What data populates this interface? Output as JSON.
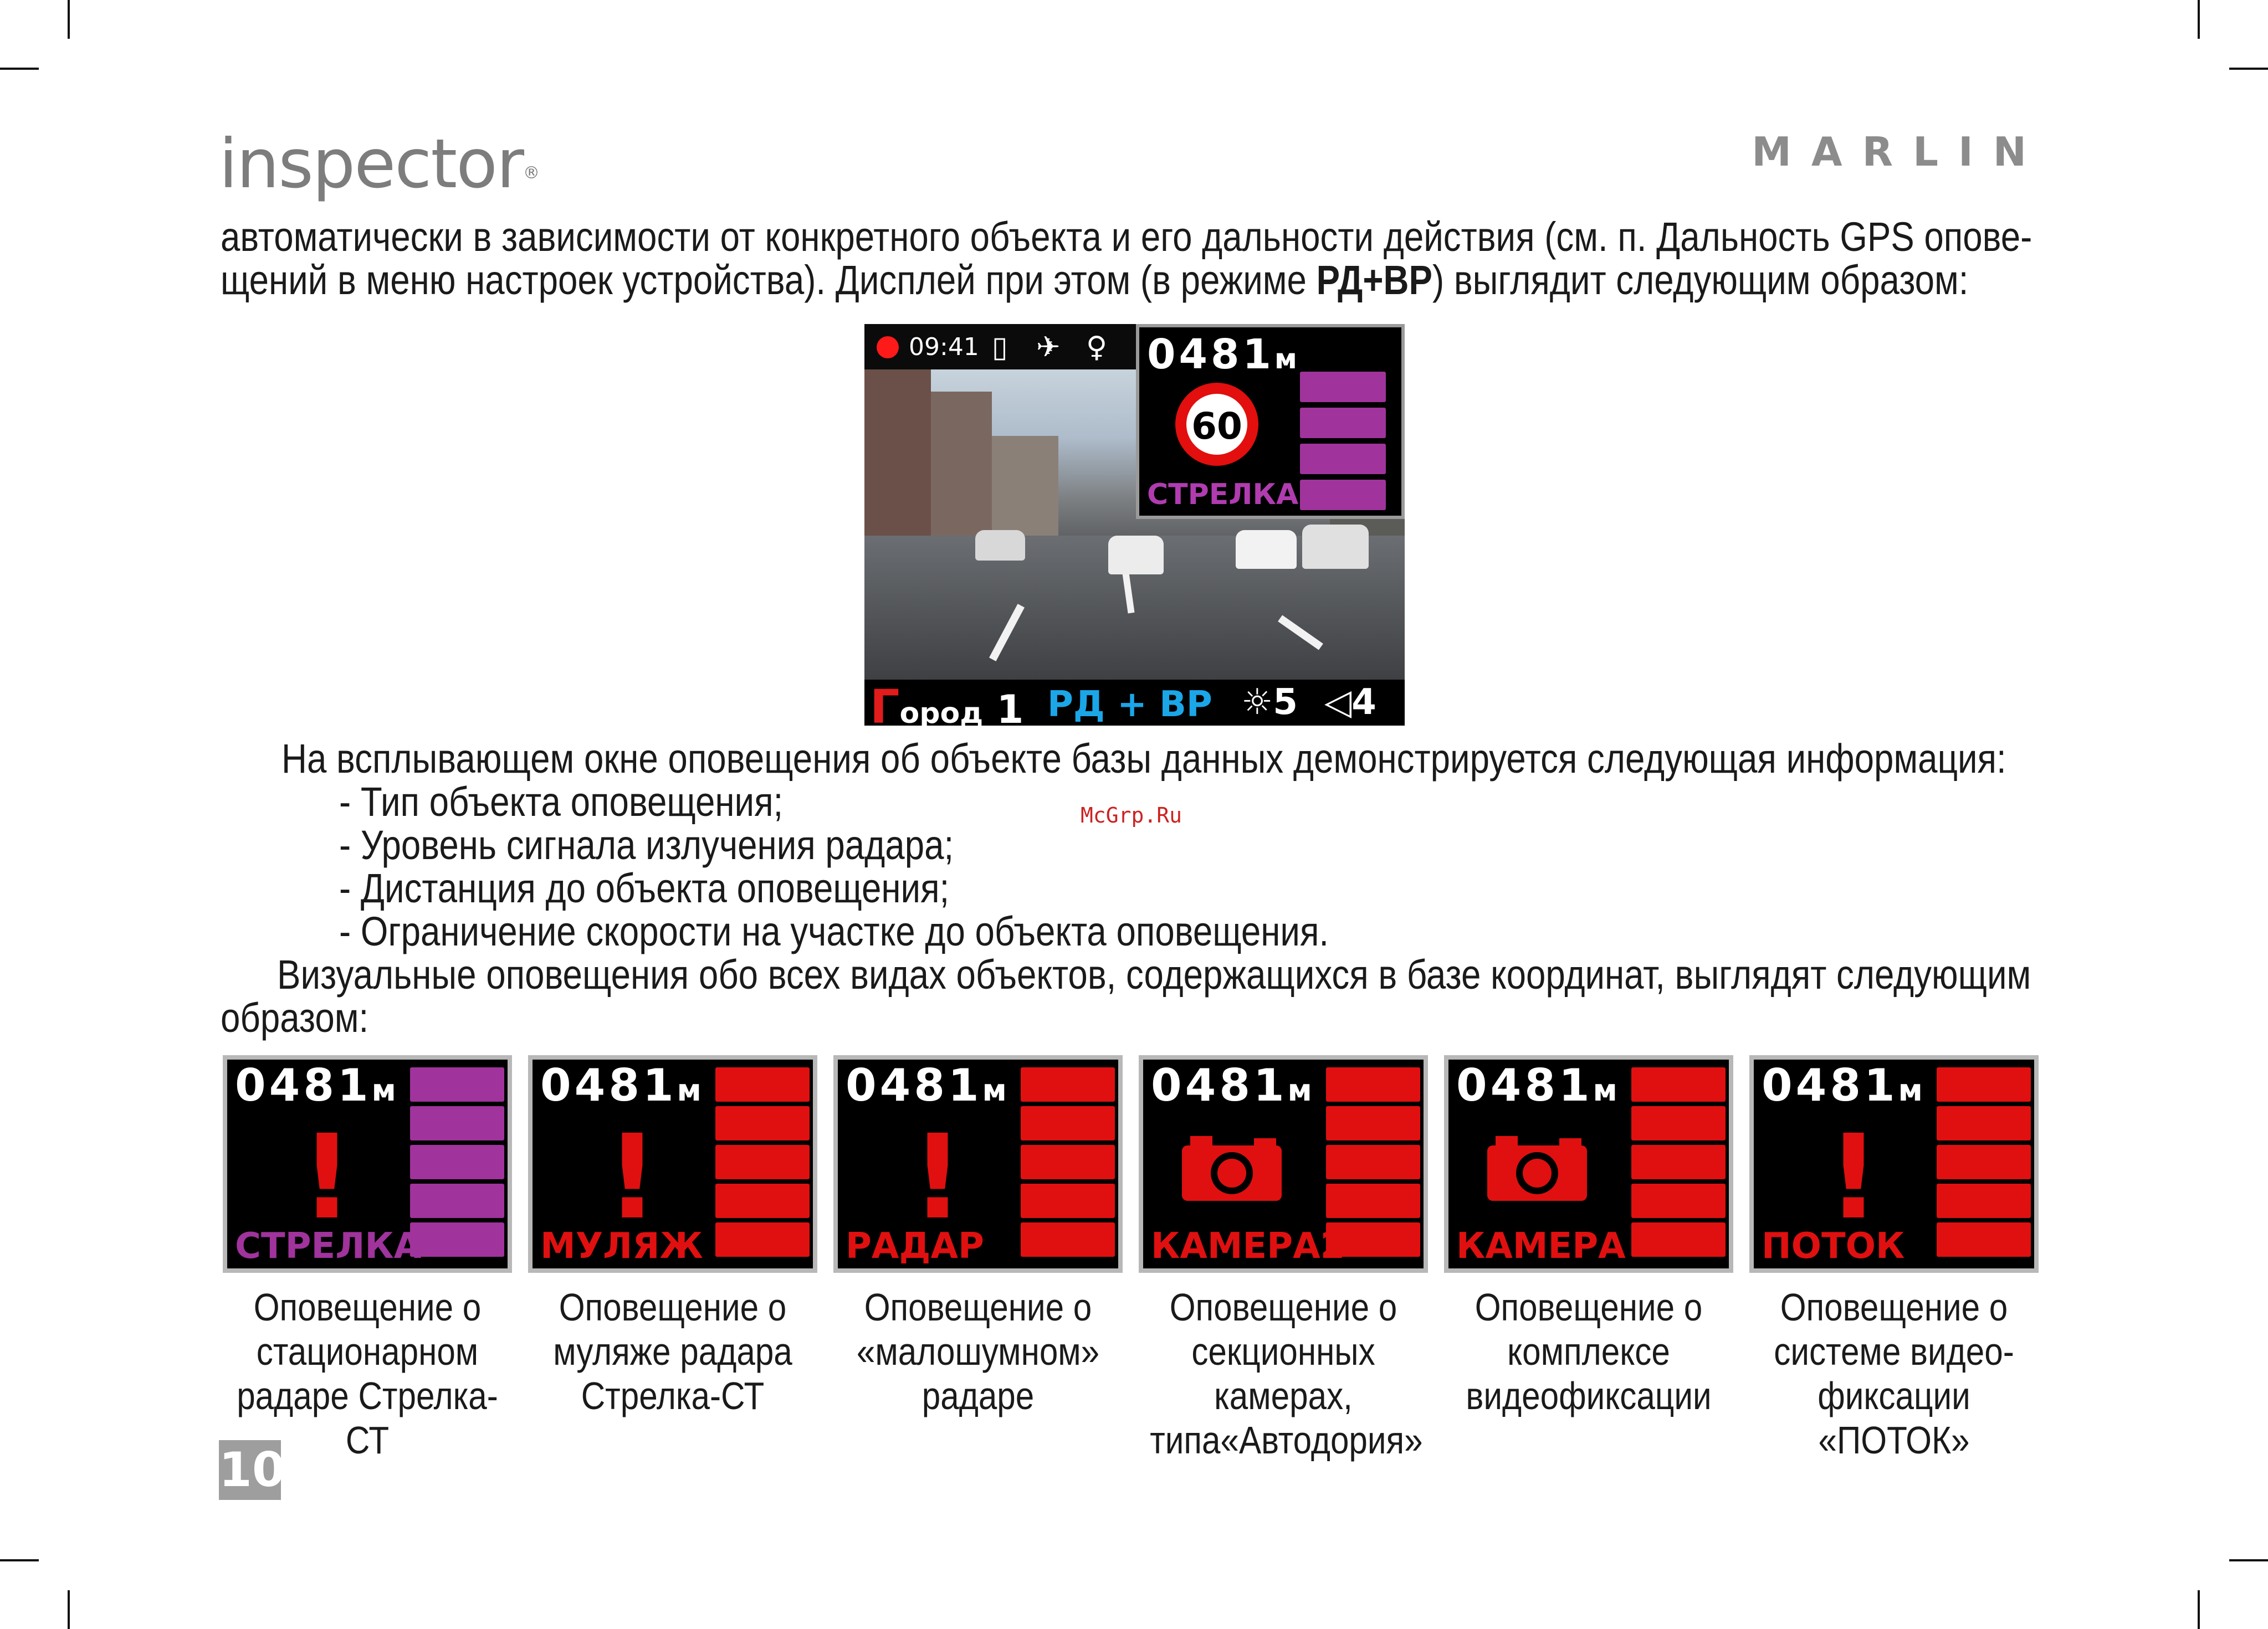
{
  "header": {
    "logo": "inspector",
    "brand": "MARLIN"
  },
  "intro": {
    "line1": "автоматически в зависимости от конкретного объекта и его дальности действия (см. п. Дальность GPS опове-",
    "line2_before": "щений в меню настроек устройства). Дисплей при этом (в режиме ",
    "line2_bold": "РД+ВР",
    "line2_after": ") выглядит следующим образом:"
  },
  "device_display": {
    "time": "09:41",
    "distance": "0481",
    "distance_unit": "м",
    "speed_limit": "60",
    "object_label": "СТРЕЛКА",
    "mode_city_first": "Г",
    "mode_city_rest": "ород",
    "mode_city_num": "1",
    "mode": "РД + ВР",
    "brightness": "5",
    "volume": "4"
  },
  "watermark": "McGrp.Ru",
  "info": {
    "lead": "На всплывающем окне оповещения об объекте базы данных демонстрируется следующая информация:",
    "items": [
      "- Тип объекта оповещения;",
      "- Уровень сигнала излучения радара;",
      "- Дистанция до объекта оповещения;",
      "- Ограничение скорости на участке до объекта оповещения."
    ],
    "visual_line1": "Визуальные оповещения обо всех видах объектов, содержащихся в базе координат, выглядят следующим",
    "visual_line2": "образом:"
  },
  "alerts": [
    {
      "distance": "0481",
      "unit": "м",
      "label": "СТРЕЛКА",
      "label_color": "#a0339c",
      "bar_color": "#a0339c",
      "icon": "exclamation-icon",
      "caption": [
        "Оповещение о",
        "стационарном",
        "радаре Стрелка-СТ"
      ]
    },
    {
      "distance": "0481",
      "unit": "м",
      "label": "МУЛЯЖ",
      "label_color": "#e01010",
      "bar_color": "#e01010",
      "icon": "exclamation-icon",
      "caption": [
        "Оповещение о",
        "муляже радара",
        "Стрелка-СТ"
      ]
    },
    {
      "distance": "0481",
      "unit": "м",
      "label": "РАДАР",
      "label_color": "#e01010",
      "bar_color": "#e01010",
      "icon": "exclamation-icon",
      "caption": [
        "Оповещение о",
        "«малошумном»",
        "радаре"
      ]
    },
    {
      "distance": "0481",
      "unit": "м",
      "label": "КАМЕРА2",
      "label_color": "#e01010",
      "bar_color": "#e01010",
      "icon": "camera-icon",
      "caption": [
        "Оповещение о",
        "секционных камерах,",
        "типа«Автодория»"
      ]
    },
    {
      "distance": "0481",
      "unit": "м",
      "label": "КАМЕРА",
      "label_color": "#e01010",
      "bar_color": "#e01010",
      "icon": "camera-icon",
      "caption": [
        "Оповещение о",
        "комплексе",
        "видеофиксации"
      ]
    },
    {
      "distance": "0481",
      "unit": "м",
      "label": "ПОТОК",
      "label_color": "#e01010",
      "bar_color": "#e01010",
      "icon": "exclamation-icon",
      "caption": [
        "Оповещение о",
        "системе видео-",
        "фиксации «ПОТОК»"
      ]
    }
  ],
  "page_number": "10"
}
